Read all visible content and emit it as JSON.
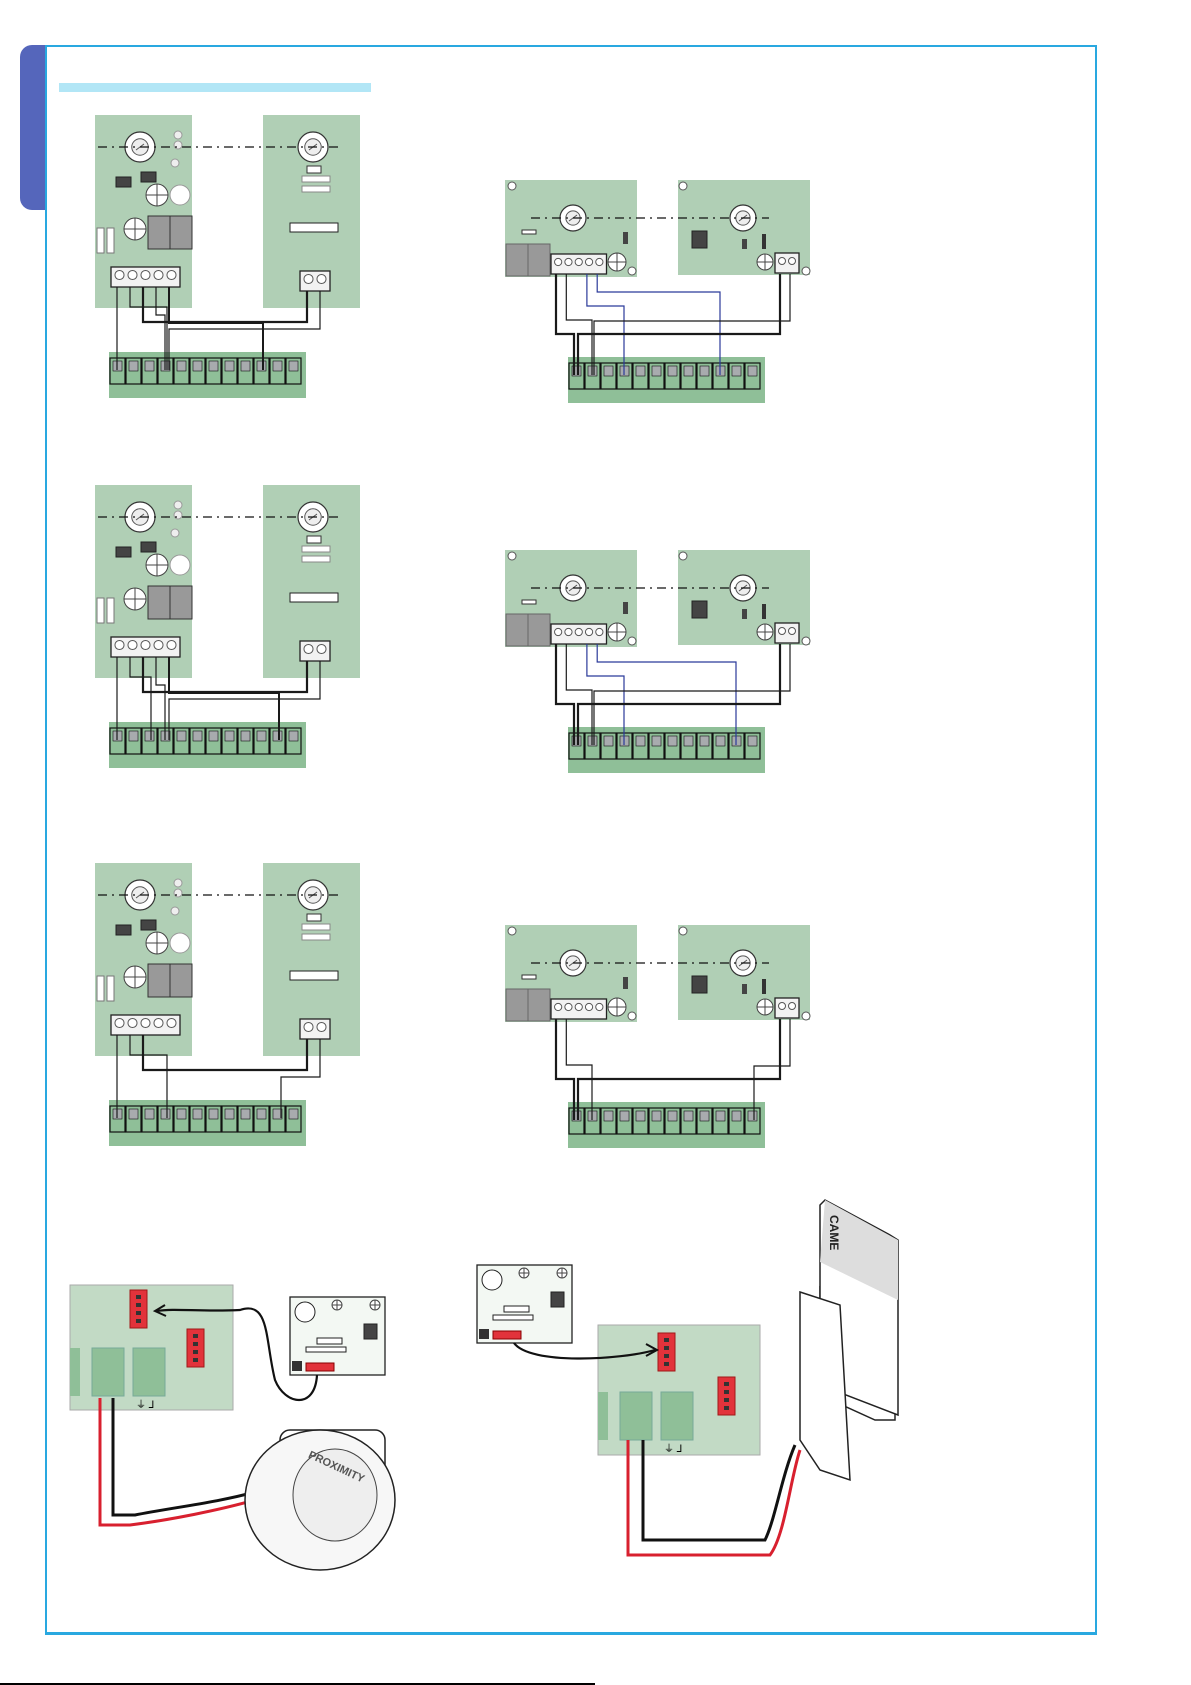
{
  "page": {
    "section_tab_color": "#5566bb",
    "frame_color": "#29a8e0",
    "heading_bar_color": "#b2e6f6"
  },
  "colors": {
    "board": "#b0cfb5",
    "strip": "#8fbf98",
    "terminal": "#a8abae",
    "wire_black": "#1a1a1a",
    "wire_blue": "#2b3a9a",
    "wire_red": "#d8202f",
    "connector_red": "#e2333b"
  },
  "diagrams": [
    {
      "type": "A",
      "wiring": [
        [
          0,
          0
        ],
        [
          1,
          3
        ],
        [
          3,
          3
        ],
        [
          4,
          9
        ]
      ],
      "rx_to_strip": [
        [
          0,
          "tx2"
        ],
        [
          1,
          3
        ]
      ]
    },
    {
      "type": "A",
      "wiring": [
        [
          0,
          0
        ],
        [
          1,
          2
        ],
        [
          3,
          3
        ],
        [
          4,
          10
        ]
      ],
      "rx_to_strip": [
        [
          0,
          "tx2"
        ],
        [
          1,
          3
        ]
      ]
    },
    {
      "type": "A",
      "wiring": [
        [
          0,
          0
        ],
        [
          1,
          3
        ]
      ],
      "rx_to_strip": [
        [
          0,
          "tx2"
        ],
        [
          1,
          10
        ]
      ]
    },
    {
      "type": "B",
      "wiring": [
        [
          0,
          0
        ],
        [
          1,
          1
        ],
        [
          3,
          3
        ],
        [
          4,
          9
        ]
      ],
      "rx_to_strip": [
        [
          0,
          0
        ],
        [
          1,
          1
        ]
      ]
    },
    {
      "type": "B",
      "wiring": [
        [
          0,
          0
        ],
        [
          1,
          1
        ],
        [
          3,
          3
        ],
        [
          4,
          10
        ]
      ],
      "rx_to_strip": [
        [
          0,
          0
        ],
        [
          1,
          1
        ]
      ]
    },
    {
      "type": "B",
      "wiring": [
        [
          0,
          0
        ],
        [
          1,
          1
        ]
      ],
      "rx_to_strip": [
        [
          0,
          0
        ],
        [
          1,
          11
        ]
      ]
    }
  ],
  "accessories": {
    "card_brand": "CAME",
    "sensor_brand": "PROXIMITY"
  }
}
